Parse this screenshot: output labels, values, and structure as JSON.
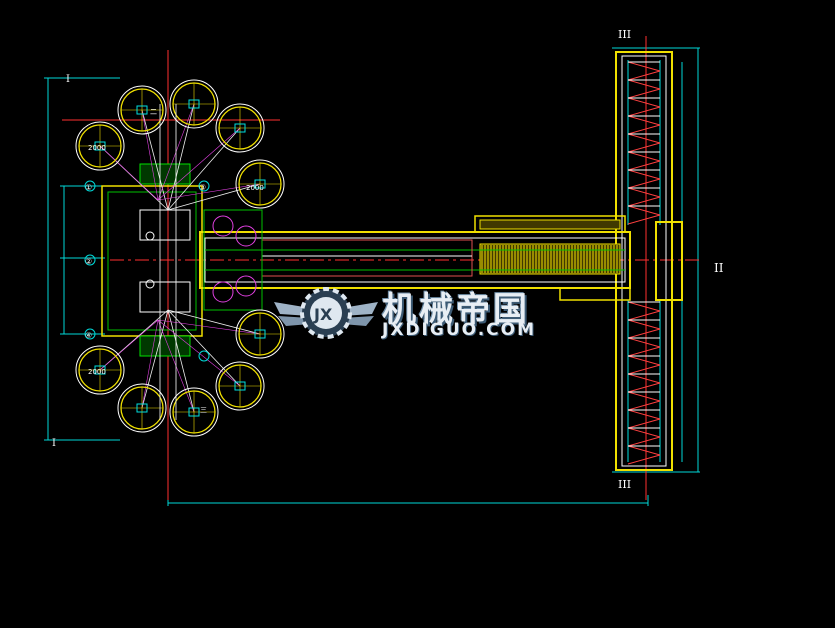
{
  "drawing": {
    "section_marks": {
      "top": "III",
      "bottom": "III",
      "right": "II",
      "left_top": "I",
      "left_bottom": "I"
    },
    "grid_axes": [
      "①",
      "②",
      "③",
      "④"
    ],
    "tank_labels": [
      "2000",
      "2000",
      "2000"
    ],
    "tank_small_labels": [
      "二",
      "三"
    ]
  },
  "watermark": {
    "title_cn": "机械帝国",
    "site": "JXDIGUO.COM"
  },
  "colors": {
    "background": "#000000",
    "yellow": "#f0e000",
    "cyan": "#00e0e0",
    "green": "#00c000",
    "red": "#ff3030",
    "magenta": "#e040e0",
    "white": "#ffffff",
    "watermark": "#dfe8f0"
  }
}
